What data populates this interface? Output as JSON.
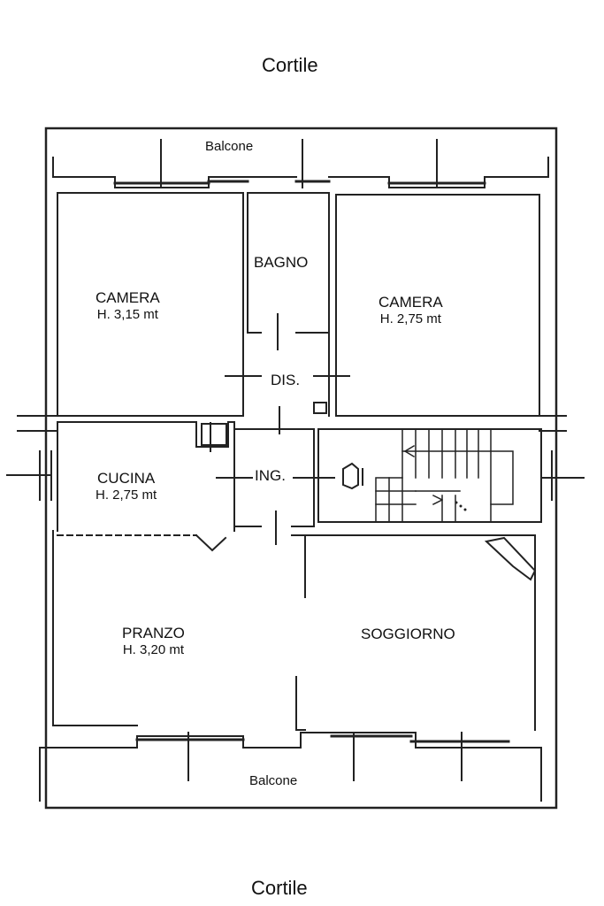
{
  "outside": {
    "top": "Cortile",
    "bottom": "Cortile"
  },
  "balcony": {
    "top": "Balcone",
    "bottom": "Balcone"
  },
  "rooms": {
    "camera_left": {
      "name": "CAMERA",
      "height": "H. 3,15 mt"
    },
    "bagno": {
      "name": "BAGNO"
    },
    "camera_right": {
      "name": "CAMERA",
      "height": "H. 2,75 mt"
    },
    "dis": {
      "name": "DIS."
    },
    "cucina": {
      "name": "CUCINA",
      "height": "H. 2,75 mt"
    },
    "ing": {
      "name": "ING."
    },
    "pranzo": {
      "name": "PRANZO",
      "height": "H. 3,20 mt"
    },
    "soggiorno": {
      "name": "SOGGIORNO"
    }
  }
}
